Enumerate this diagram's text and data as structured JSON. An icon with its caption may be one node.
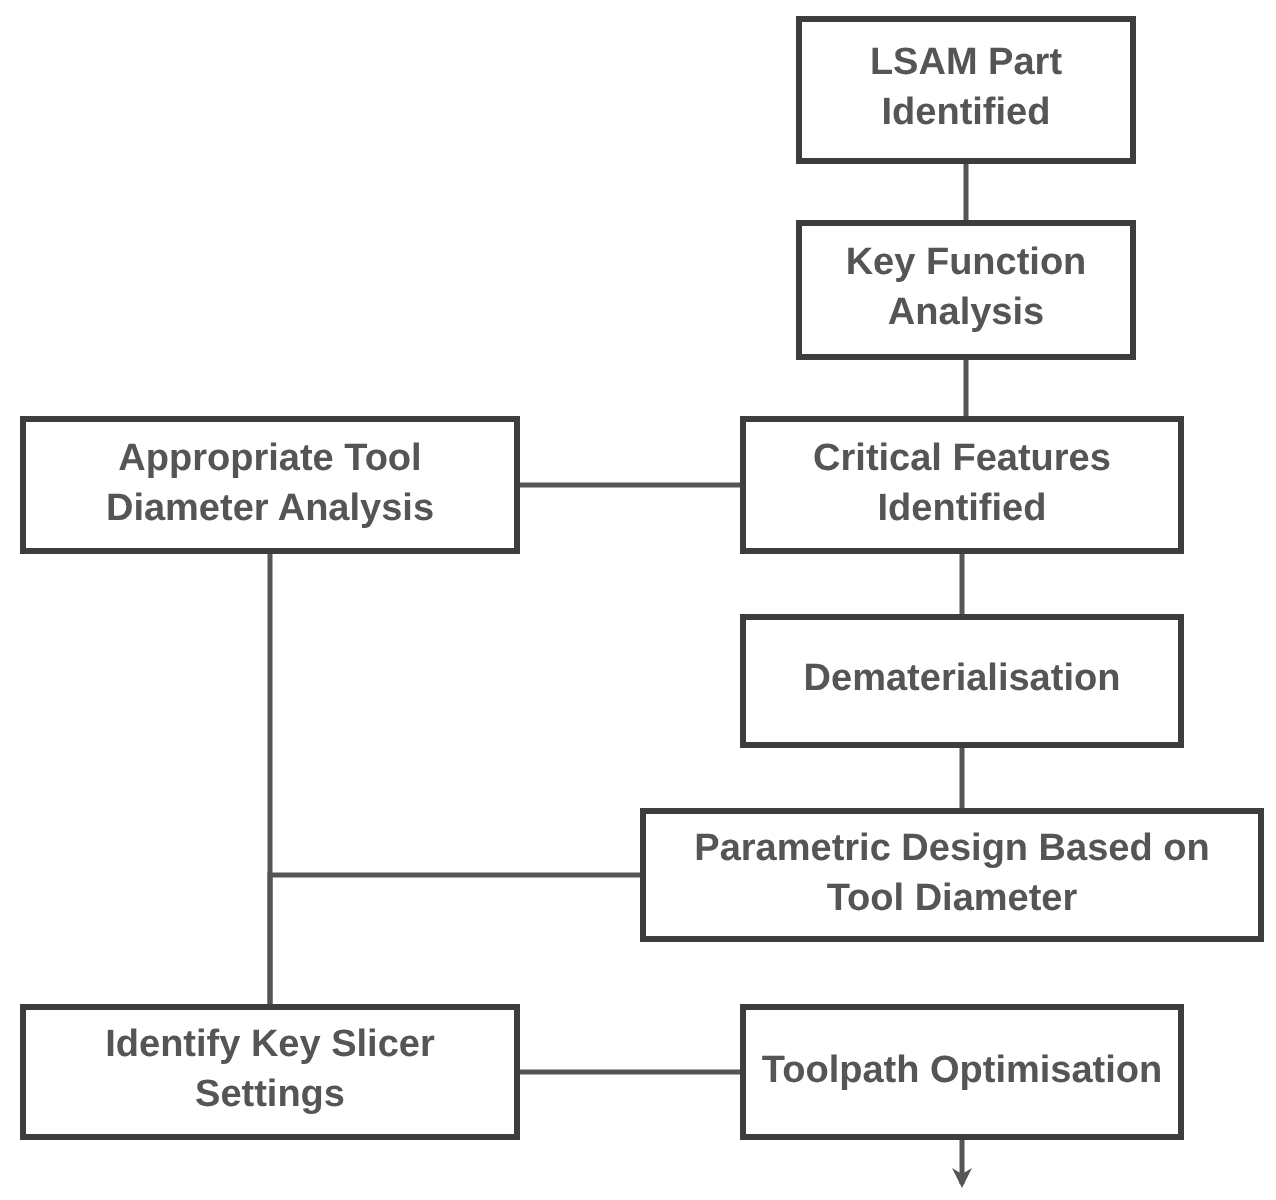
{
  "diagram": {
    "nodes": [
      {
        "text": [
          "LSAM Part Identified"
        ]
      },
      {
        "text": [
          "Key Function Analysis"
        ]
      },
      {
        "text": [
          "Appropriate Tool Diameter Analysis"
        ]
      },
      {
        "text": [
          "Critical Features Identified"
        ]
      },
      {
        "text": [
          "Dematerialisation"
        ]
      },
      {
        "text": [
          "Parametric Design Based on Tool Diameter"
        ]
      },
      {
        "text": [
          "Identify Key Slicer Settings"
        ]
      },
      {
        "text": [
          "Toolpath Optimisation"
        ]
      }
    ],
    "edges": [
      {
        "from": 0,
        "to": 1,
        "arrow": "none"
      },
      {
        "from": 1,
        "to": 3,
        "arrow": "none"
      },
      {
        "from": 3,
        "to": 2,
        "arrow": "none"
      },
      {
        "from": 3,
        "to": 4,
        "arrow": "none"
      },
      {
        "from": 4,
        "to": 5,
        "arrow": "none"
      },
      {
        "from": 2,
        "to": 6,
        "arrow": "none"
      },
      {
        "from": 5,
        "to": 6,
        "arrow": "none"
      },
      {
        "from": 6,
        "to": 7,
        "arrow": "none"
      },
      {
        "from": 7,
        "to": null,
        "arrow": "to"
      }
    ]
  }
}
